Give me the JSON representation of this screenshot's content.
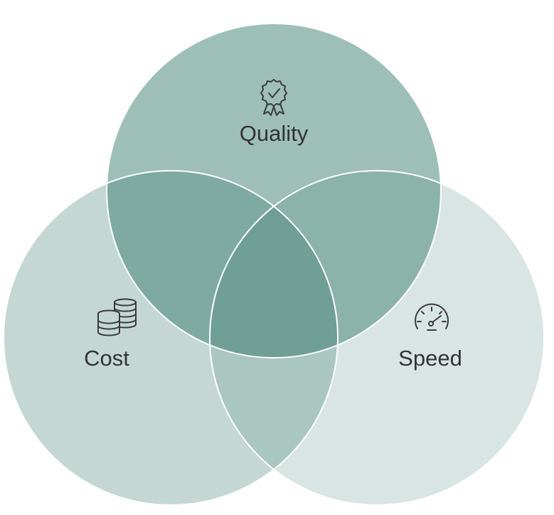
{
  "diagram": {
    "type": "venn",
    "sets": [
      {
        "key": "quality",
        "label": "Quality",
        "icon": "award-ribbon-icon",
        "color": "#9ebfb7"
      },
      {
        "key": "cost",
        "label": "Cost",
        "icon": "coin-stacks-icon",
        "color": "#c4d7d2"
      },
      {
        "key": "speed",
        "label": "Speed",
        "icon": "speedometer-icon",
        "color": "#d8e5e2"
      }
    ],
    "overlap_colors": {
      "quality_cost": "#7faaa1",
      "quality_speed": "#8bb3aa",
      "cost_speed": "#aac6c0",
      "all": "#6f9f95"
    }
  }
}
